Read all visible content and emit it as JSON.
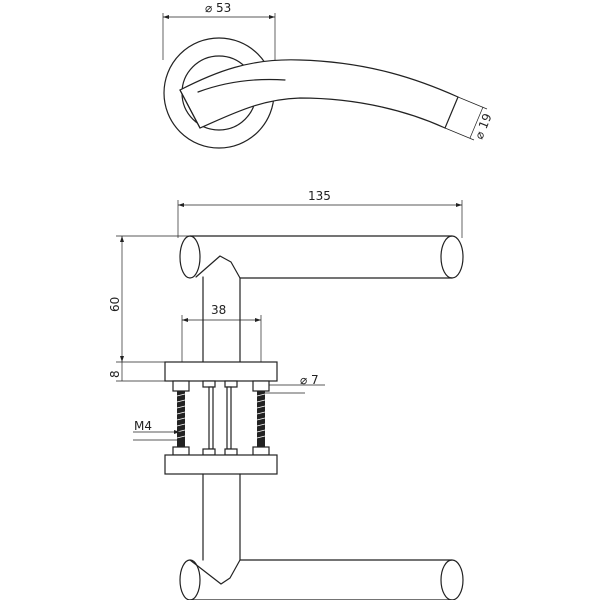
{
  "dimensions": {
    "rose_diameter": "⌀ 53",
    "grip_diameter": "⌀ 19",
    "lever_length": "135",
    "lever_height": "60",
    "rose_thickness": "8",
    "bolt_spacing": "38",
    "spindle_diameter": "⌀ 7",
    "thread": "M4"
  },
  "colors": {
    "line": "#222222",
    "background": "#ffffff"
  }
}
